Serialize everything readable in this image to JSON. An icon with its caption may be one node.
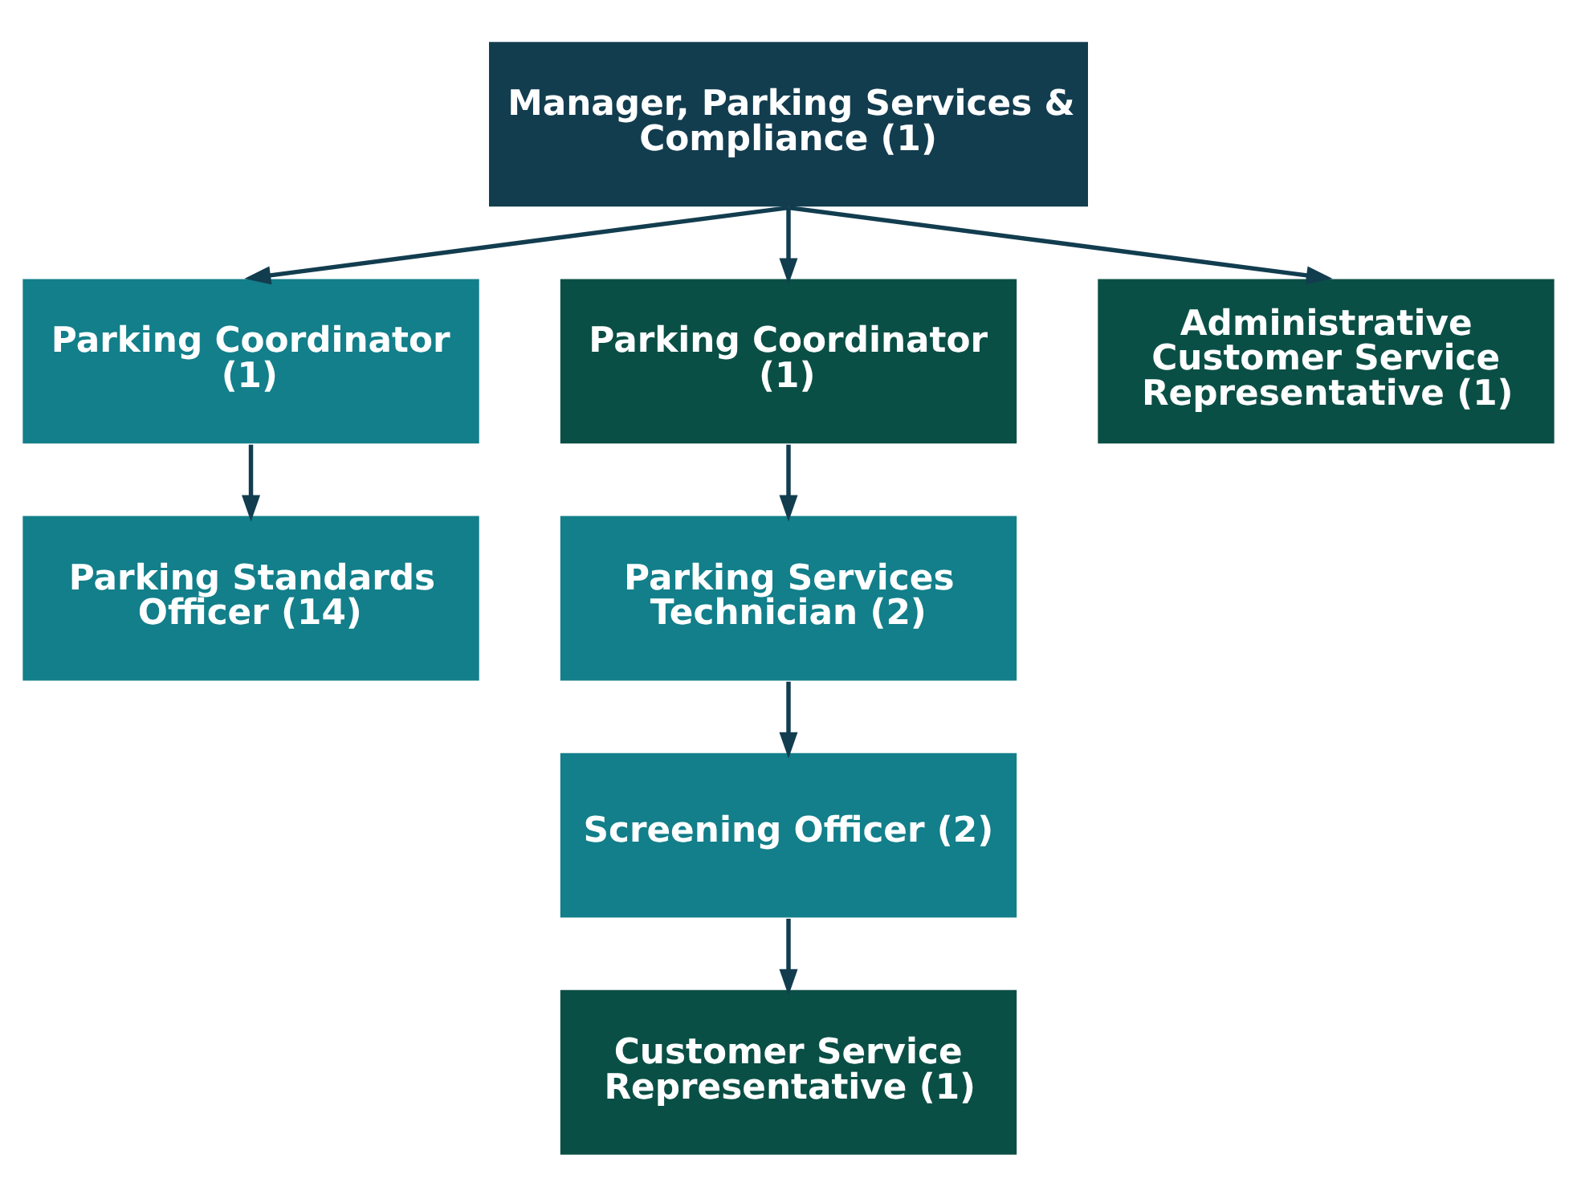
{
  "diagram": {
    "nodes": [
      {
        "text": [
          "Manager, Parking Services & Compliance (1)"
        ]
      },
      {
        "text": [
          "Parking Coordinator (1)"
        ]
      },
      {
        "text": [
          "Parking Coordinator (1)"
        ]
      },
      {
        "text": [
          "Administrative Customer Service Representative (1)"
        ]
      },
      {
        "text": [
          "Parking Standards Officer (14)"
        ]
      },
      {
        "text": [
          "Parking Services Technician (2)"
        ]
      },
      {
        "text": [
          "Screening Officer (2)"
        ]
      },
      {
        "text": [
          "Customer Service Representative (1)"
        ]
      }
    ],
    "edges": [
      {
        "from": 0,
        "to": 1,
        "arrow": "to"
      },
      {
        "from": 0,
        "to": 2,
        "arrow": "to"
      },
      {
        "from": 0,
        "to": 3,
        "arrow": "to"
      },
      {
        "from": 1,
        "to": 4,
        "arrow": "to"
      },
      {
        "from": 2,
        "to": 5,
        "arrow": "to"
      },
      {
        "from": 5,
        "to": 6,
        "arrow": "to"
      },
      {
        "from": 6,
        "to": 7,
        "arrow": "to"
      }
    ]
  }
}
